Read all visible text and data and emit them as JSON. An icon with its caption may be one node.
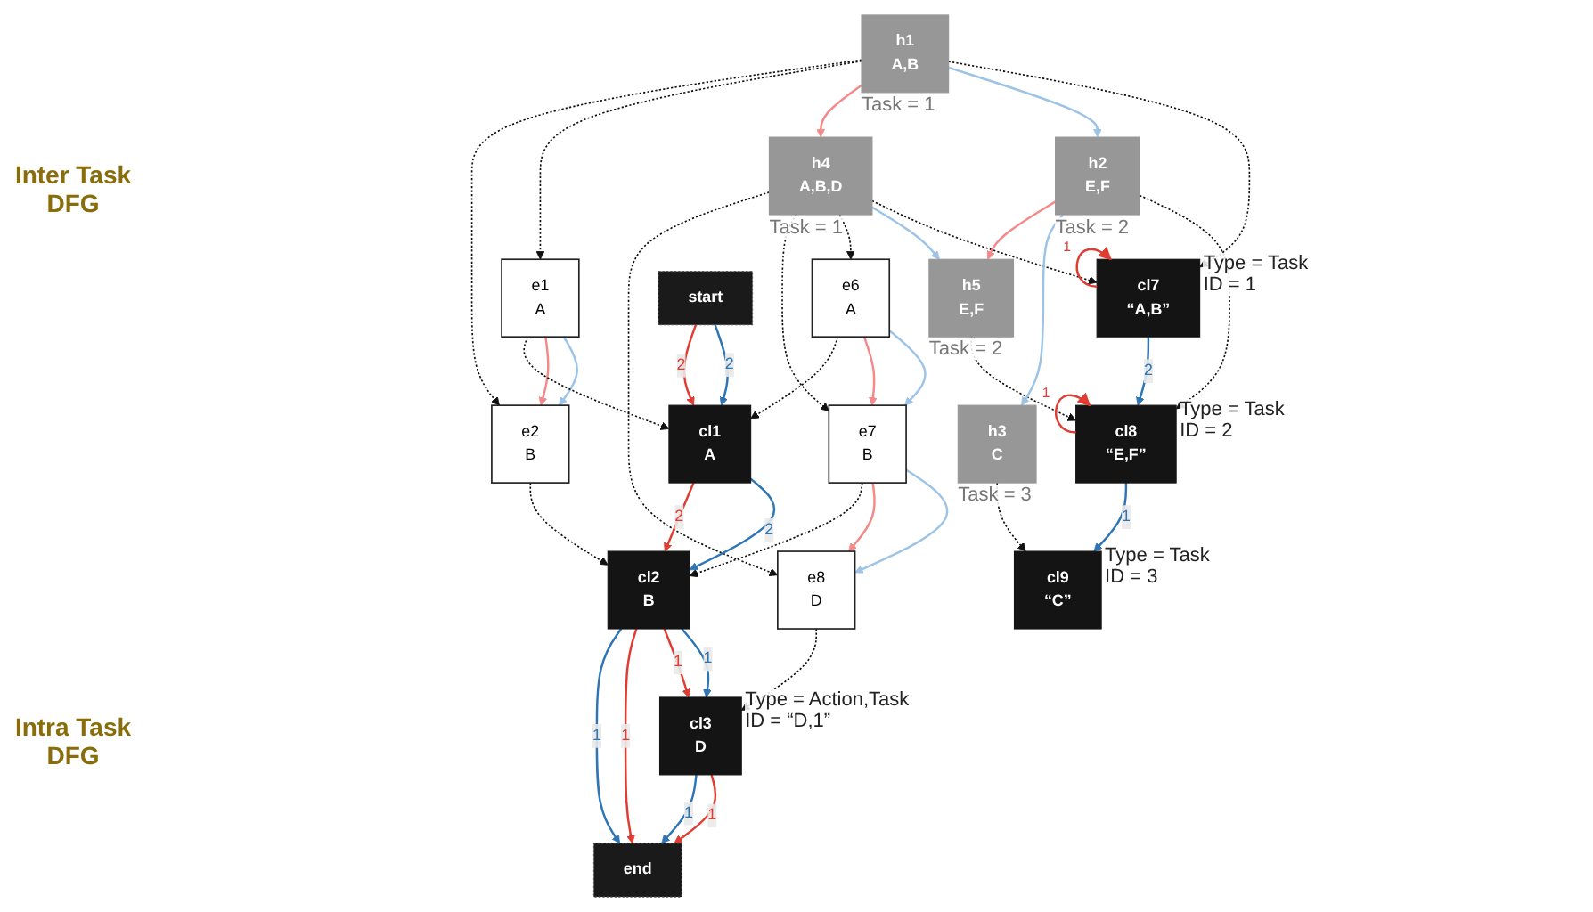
{
  "diagram": {
    "nodes": [
      {
        "text": [
          "cl7",
          "“A,B”"
        ],
        "beside": [
          "Type = Task",
          "ID = 1"
        ]
      },
      {
        "text": [
          "cl8",
          "“E,F”"
        ],
        "beside": [
          "Type = Task",
          "ID = 2"
        ]
      },
      {
        "text": [
          "cl9",
          "“C”"
        ],
        "beside": [
          "Type = Task",
          "ID = 3"
        ]
      },
      {
        "text": [
          "h1",
          "A,B"
        ],
        "beside": [
          "Task = 1"
        ]
      },
      {
        "text": [
          "h2",
          "E,F"
        ],
        "beside": [
          "Task = 2"
        ]
      },
      {
        "text": [
          "h3",
          "C"
        ],
        "beside": [
          "Task = 3"
        ]
      },
      {
        "text": [
          "h4",
          "A,B,D"
        ],
        "beside": [
          "Task = 1"
        ]
      },
      {
        "text": [
          "h5",
          "E,F"
        ],
        "beside": [
          "Task = 2"
        ]
      },
      {
        "text": [
          "e1",
          "A"
        ]
      },
      {
        "text": [
          "e2",
          "B"
        ]
      },
      {
        "text": [
          "start"
        ]
      },
      {
        "text": [
          "cl1",
          "A"
        ]
      },
      {
        "text": [
          "cl2",
          "B"
        ]
      },
      {
        "text": [
          "cl3",
          "D"
        ],
        "beside": [
          "Type = Action,Task",
          "ID = “D,1”"
        ]
      },
      {
        "text": [
          "e6",
          "A"
        ]
      },
      {
        "text": [
          "e7",
          "B"
        ]
      },
      {
        "text": [
          "e8",
          "D"
        ]
      },
      {
        "text": [
          "end"
        ]
      }
    ],
    "edges": [
      {
        "from": 0,
        "to": 0,
        "arrow": "to",
        "label": "1",
        "color": "#e03c31"
      },
      {
        "from": 1,
        "to": 1,
        "arrow": "to",
        "label": "1",
        "color": "#e03c31"
      },
      {
        "from": 0,
        "to": 1,
        "arrow": "to",
        "label": "2",
        "color": "#2e75b6"
      },
      {
        "from": 1,
        "to": 2,
        "arrow": "to",
        "label": "1",
        "color": "#2e75b6"
      },
      {
        "from": 3,
        "to": 0,
        "arrow": "to",
        "style": "dashed"
      },
      {
        "from": 6,
        "to": 0,
        "arrow": "to",
        "style": "dashed"
      },
      {
        "from": 4,
        "to": 1,
        "arrow": "to",
        "style": "dashed"
      },
      {
        "from": 7,
        "to": 1,
        "arrow": "to",
        "style": "dashed"
      },
      {
        "from": 5,
        "to": 2,
        "arrow": "to",
        "style": "dashed"
      },
      {
        "from": 3,
        "to": 4,
        "arrow": "to",
        "color": "#9dc3e6"
      },
      {
        "from": 3,
        "to": 6,
        "arrow": "to",
        "color": "#f4898a"
      },
      {
        "from": 4,
        "to": 5,
        "arrow": "to",
        "color": "#9dc3e6"
      },
      {
        "from": 4,
        "to": 7,
        "arrow": "to",
        "color": "#f4898a"
      },
      {
        "from": 6,
        "to": 7,
        "arrow": "to",
        "color": "#9dc3e6"
      },
      {
        "from": 3,
        "to": 8,
        "arrow": "to",
        "style": "dashed"
      },
      {
        "from": 3,
        "to": 9,
        "arrow": "to",
        "style": "dashed"
      },
      {
        "from": 6,
        "to": 14,
        "arrow": "to",
        "style": "dashed"
      },
      {
        "from": 6,
        "to": 15,
        "arrow": "to",
        "style": "dashed"
      },
      {
        "from": 6,
        "to": 16,
        "arrow": "to",
        "style": "dashed"
      },
      {
        "from": 8,
        "to": 9,
        "arrow": "to",
        "color": "#9dc3e6"
      },
      {
        "from": 8,
        "to": 9,
        "arrow": "to",
        "color": "#f4898a"
      },
      {
        "from": 14,
        "to": 15,
        "arrow": "to",
        "color": "#9dc3e6"
      },
      {
        "from": 14,
        "to": 15,
        "arrow": "to",
        "color": "#f4898a"
      },
      {
        "from": 15,
        "to": 16,
        "arrow": "to",
        "color": "#9dc3e6"
      },
      {
        "from": 15,
        "to": 16,
        "arrow": "to",
        "color": "#f4898a"
      },
      {
        "from": 8,
        "to": 11,
        "arrow": "to",
        "style": "dashed"
      },
      {
        "from": 14,
        "to": 11,
        "arrow": "to",
        "style": "dashed"
      },
      {
        "from": 9,
        "to": 12,
        "arrow": "to",
        "style": "dashed"
      },
      {
        "from": 15,
        "to": 12,
        "arrow": "to",
        "style": "dashed"
      },
      {
        "from": 16,
        "to": 13,
        "arrow": "to",
        "style": "dashed"
      },
      {
        "from": 10,
        "to": 11,
        "arrow": "to",
        "label": "2",
        "color": "#2e75b6"
      },
      {
        "from": 10,
        "to": 11,
        "arrow": "to",
        "label": "2",
        "color": "#e03c31"
      },
      {
        "from": 11,
        "to": 12,
        "arrow": "to",
        "label": "2",
        "color": "#2e75b6"
      },
      {
        "from": 11,
        "to": 12,
        "arrow": "to",
        "label": "2",
        "color": "#e03c31"
      },
      {
        "from": 12,
        "to": 13,
        "arrow": "to",
        "label": "1",
        "color": "#2e75b6"
      },
      {
        "from": 12,
        "to": 13,
        "arrow": "to",
        "label": "1",
        "color": "#e03c31"
      },
      {
        "from": 12,
        "to": 17,
        "arrow": "to",
        "label": "1",
        "color": "#e03c31"
      },
      {
        "from": 12,
        "to": 17,
        "arrow": "to",
        "label": "1",
        "color": "#2e75b6"
      },
      {
        "from": 13,
        "to": 17,
        "arrow": "to",
        "label": "1",
        "color": "#e03c31"
      },
      {
        "from": 13,
        "to": 17,
        "arrow": "to",
        "label": "1",
        "color": "#2e75b6"
      }
    ],
    "labels": [
      "Inter Task DFG",
      "Intra Task DFG"
    ]
  }
}
